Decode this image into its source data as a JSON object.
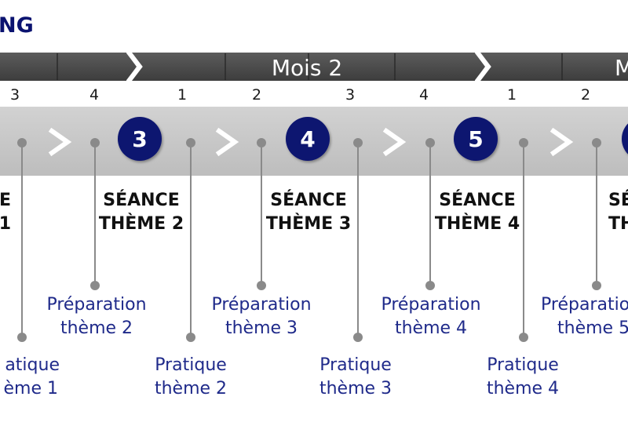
{
  "title": "NG",
  "months": [
    {
      "label": ""
    },
    {
      "label": "Mois 2"
    },
    {
      "label": "M"
    }
  ],
  "week_numbers": [
    "3",
    "4",
    "1",
    "2",
    "3",
    "4",
    "1",
    "2"
  ],
  "sessions": [
    {
      "number": "",
      "line1": "E",
      "line2": "1"
    },
    {
      "number": "3",
      "line1": "SÉANCE",
      "line2": "THÈME 2"
    },
    {
      "number": "4",
      "line1": "SÉANCE",
      "line2": "THÈME 3"
    },
    {
      "number": "5",
      "line1": "SÉANCE",
      "line2": "THÈME 4"
    },
    {
      "number": "",
      "line1": "SÉ",
      "line2": "TH"
    }
  ],
  "preparation": [
    {
      "line1": "Préparation",
      "line2": "thème 2"
    },
    {
      "line1": "Préparation",
      "line2": "thème 3"
    },
    {
      "line1": "Préparation",
      "line2": "thème 4"
    },
    {
      "line1": "Préparatio",
      "line2": "thème 5"
    }
  ],
  "practice": [
    {
      "line1": "atique",
      "line2": "ème 1"
    },
    {
      "line1": "Pratique",
      "line2": "thème 2"
    },
    {
      "line1": "Pratique",
      "line2": "thème 3"
    },
    {
      "line1": "Pratique",
      "line2": "thème 4"
    }
  ],
  "colors": {
    "navy": "#0b1370",
    "month_band": "#4d4d4d",
    "session_band": "#c6c6c6",
    "connector": "#8a8a8a",
    "step_text": "#1f2a8a"
  },
  "icons": [
    "chevron-right-icon",
    "session-circle"
  ]
}
